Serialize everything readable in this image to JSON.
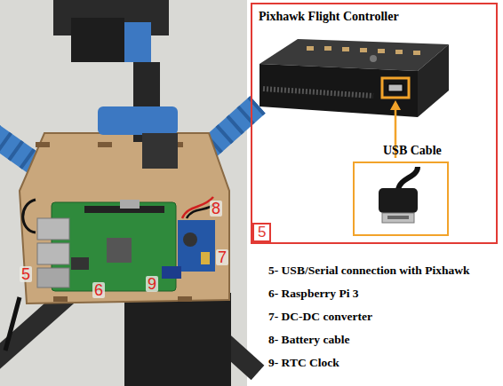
{
  "diagram": {
    "nodes": [
      {
        "text": [
          "Pixhawk Flight Controller"
        ]
      },
      {
        "text": [
          "USB Cable"
        ],
        "in": 0
      },
      {
        "text": [
          "5"
        ],
        "in": 0
      }
    ],
    "labels": [
      "5",
      "6",
      "7",
      "8",
      "9",
      "5- USB/Serial connection with Pixhawk",
      "6- Raspberry Pi 3",
      "7- DC-DC converter",
      "8- Battery cable",
      "9- RTC Clock"
    ]
  }
}
